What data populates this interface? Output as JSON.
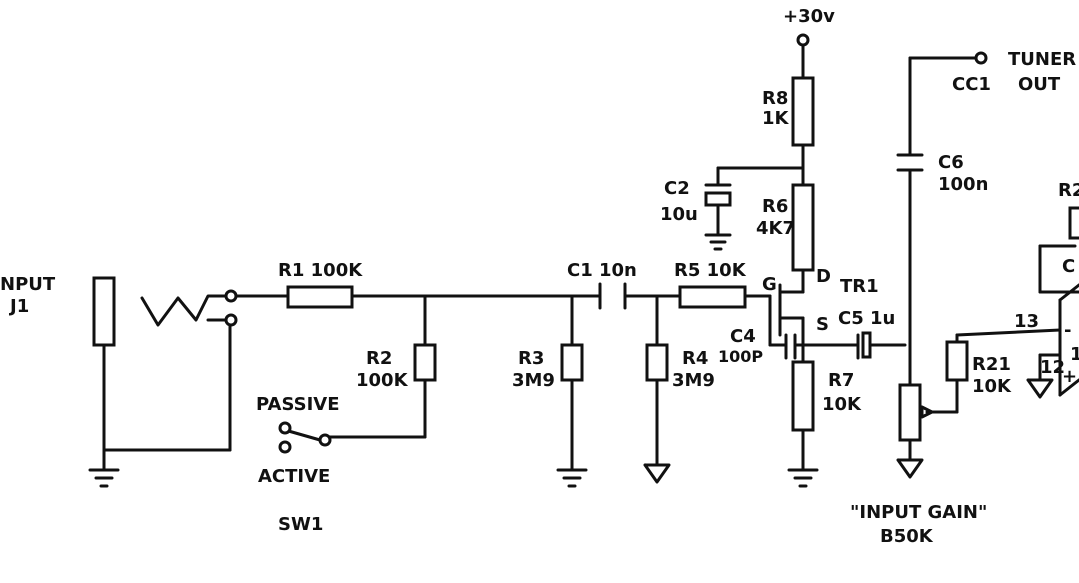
{
  "labels": {
    "supply": "+30v",
    "input": "NPUT",
    "j1": "J1",
    "r1": "R1 100K",
    "r2_name": "R2",
    "r2_val": "100K",
    "passive": "PASSIVE",
    "active": "ACTIVE",
    "sw1": "SW1",
    "c1": "C1 10n",
    "r3_name": "R3",
    "r3_val": "3M9",
    "r5": "R5 10K",
    "r4_name": "R4",
    "r4_val": "3M9",
    "c4_name": "C4",
    "c4_val": "100P",
    "g": "G",
    "d": "D",
    "s": "S",
    "tr1": "TR1",
    "r8_name": "R8",
    "r8_val": "1K",
    "c2_name": "C2",
    "c2_val": "10u",
    "r6_name": "R6",
    "r6_val": "4K7",
    "r7_name": "R7",
    "r7_val": "10K",
    "c5": "C5 1u",
    "c6_name": "C6",
    "c6_val": "100n",
    "cc1": "CC1",
    "tuner": "TUNER",
    "out": "OUT",
    "input_gain": "\"INPUT GAIN\"",
    "b50k": "B50K",
    "r21_name": "R21",
    "r21_val": "10K",
    "pin13": "13",
    "pin12": "12",
    "r2x": "R2",
    "cx": "C",
    "minus": "-",
    "plus": "+",
    "one": "1"
  }
}
